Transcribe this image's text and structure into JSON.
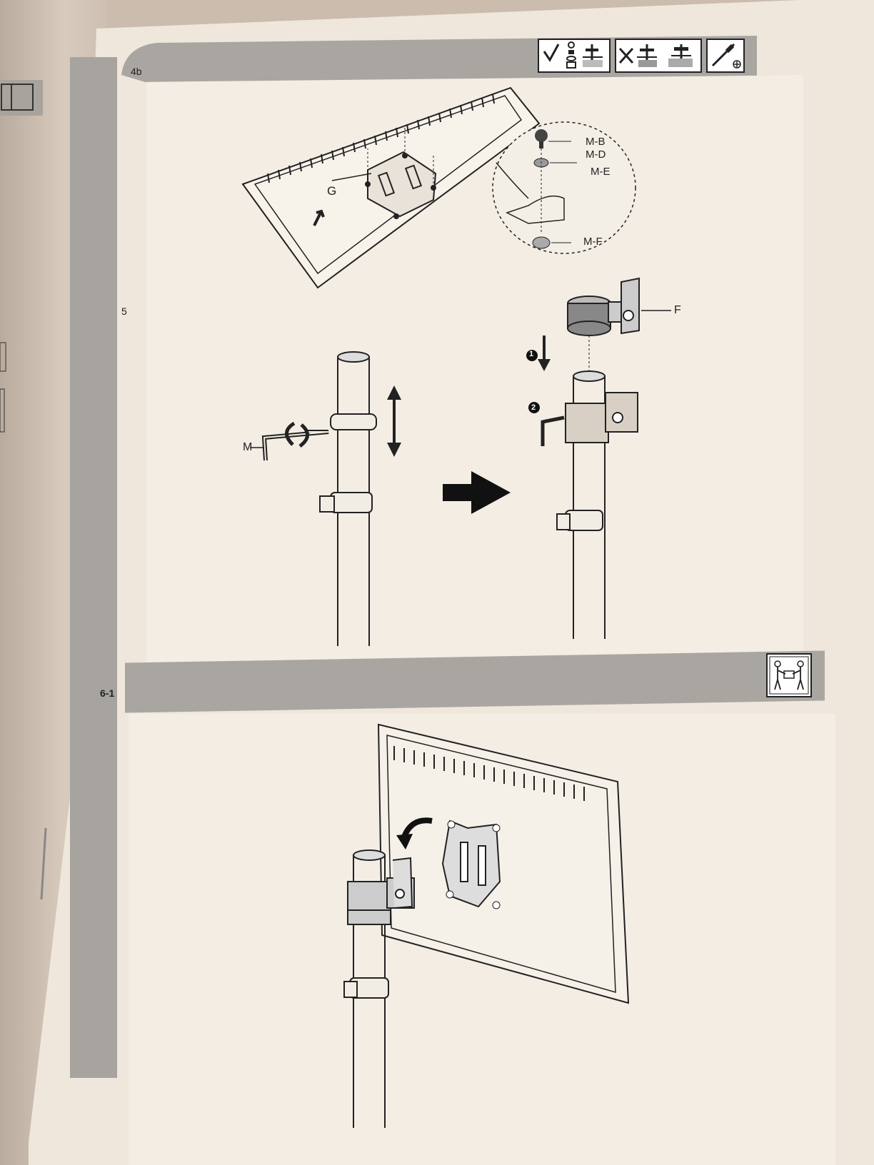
{
  "sections": {
    "step_4b": "4b",
    "step_5": "5",
    "step_6_1": "6-1"
  },
  "callouts": {
    "g": "G",
    "mb": "M-B",
    "md": "M-D",
    "me": "M-E",
    "mf": "M-F",
    "f": "F",
    "m": "M"
  },
  "step_markers": {
    "one": "1",
    "two": "2"
  },
  "icons": {
    "tools_bar": [
      "check-mark-icon",
      "screw-washer-spacer-icon",
      "screw-into-surface-icon",
      "cross-mark-icon",
      "screw-wrong-icon",
      "screw-wrong-2-icon",
      "screwdriver-phillips-icon"
    ],
    "two_person_icon": "two-person-lift-icon"
  }
}
